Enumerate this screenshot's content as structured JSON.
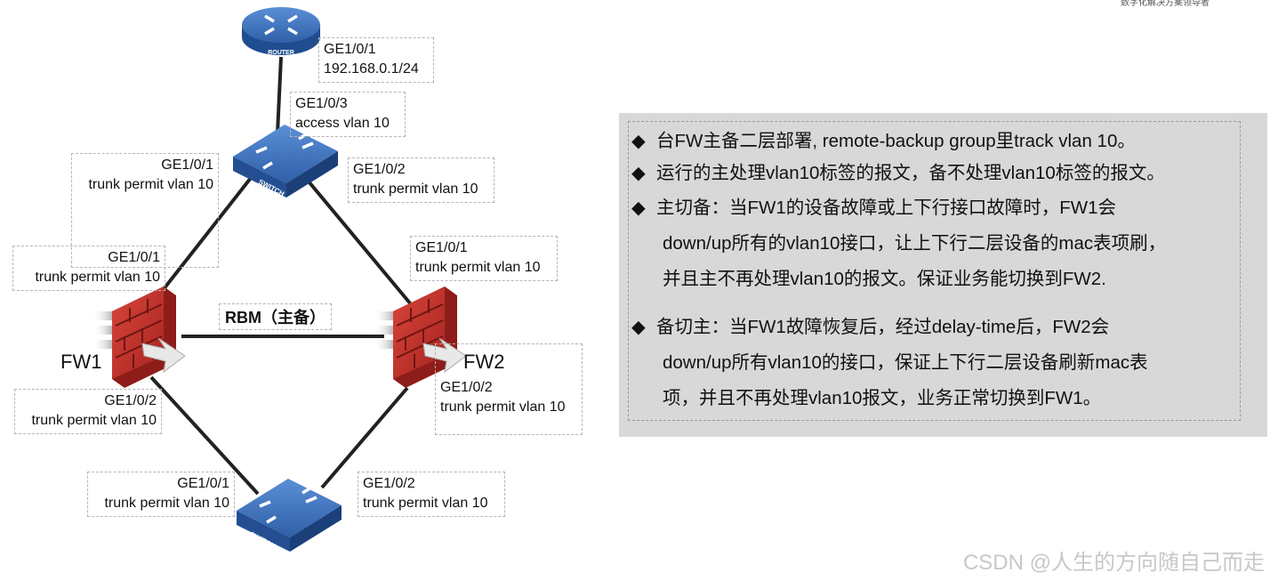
{
  "brand_text": "数字化解决方案领导者",
  "devices": {
    "router_badge": "ROUTER",
    "switch_badge": "SWITCH",
    "fw1_name": "FW1",
    "fw2_name": "FW2"
  },
  "labels": {
    "router_port": [
      "GE1/0/1",
      "192.168.0.1/24"
    ],
    "sw_top_uplink": [
      "GE1/0/3",
      "access vlan 10"
    ],
    "sw_top_left": [
      "GE1/0/1",
      "trunk permit vlan 10"
    ],
    "sw_top_right": [
      "GE1/0/2",
      "trunk permit vlan 10"
    ],
    "fw1_up": [
      "GE1/0/1",
      "trunk permit vlan 10"
    ],
    "fw1_down": [
      "GE1/0/2",
      "trunk permit vlan 10"
    ],
    "fw2_up": [
      "GE1/0/1",
      "trunk permit vlan 10"
    ],
    "fw2_down": [
      "GE1/0/2",
      "trunk permit vlan 10"
    ],
    "sw_bottom_left": [
      "GE1/0/1",
      "trunk permit vlan 10"
    ],
    "sw_bottom_right": [
      "GE1/0/2",
      "trunk permit vlan 10"
    ]
  },
  "rbm_label": "RBM（主备）",
  "bullet_symbol": "◆",
  "bullets": [
    {
      "lines": [
        "台FW主备二层部署, remote-backup group里track vlan 10。"
      ]
    },
    {
      "lines": [
        "运行的主处理vlan10标签的报文，备不处理vlan10标签的报文。"
      ]
    },
    {
      "lines": [
        "主切备：当FW1的设备故障或上下行接口故障时，FW1会",
        "down/up所有的vlan10接口，让上下行二层设备的mac表项刷，",
        "并且主不再处理vlan10的报文。保证业务能切换到FW2."
      ]
    },
    {
      "lines": [
        "备切主：当FW1故障恢复后，经过delay-time后，FW2会",
        "down/up所有vlan10的接口，保证上下行二层设备刷新mac表",
        "项，并且不再处理vlan10报文，业务正常切换到FW1。"
      ]
    }
  ],
  "watermark": "CSDN @人生的方向随自己而走",
  "colors": {
    "panel_bg": "#d8d8d8",
    "device_blue": "#2f5fa8",
    "firewall_red": "#c0312b"
  }
}
